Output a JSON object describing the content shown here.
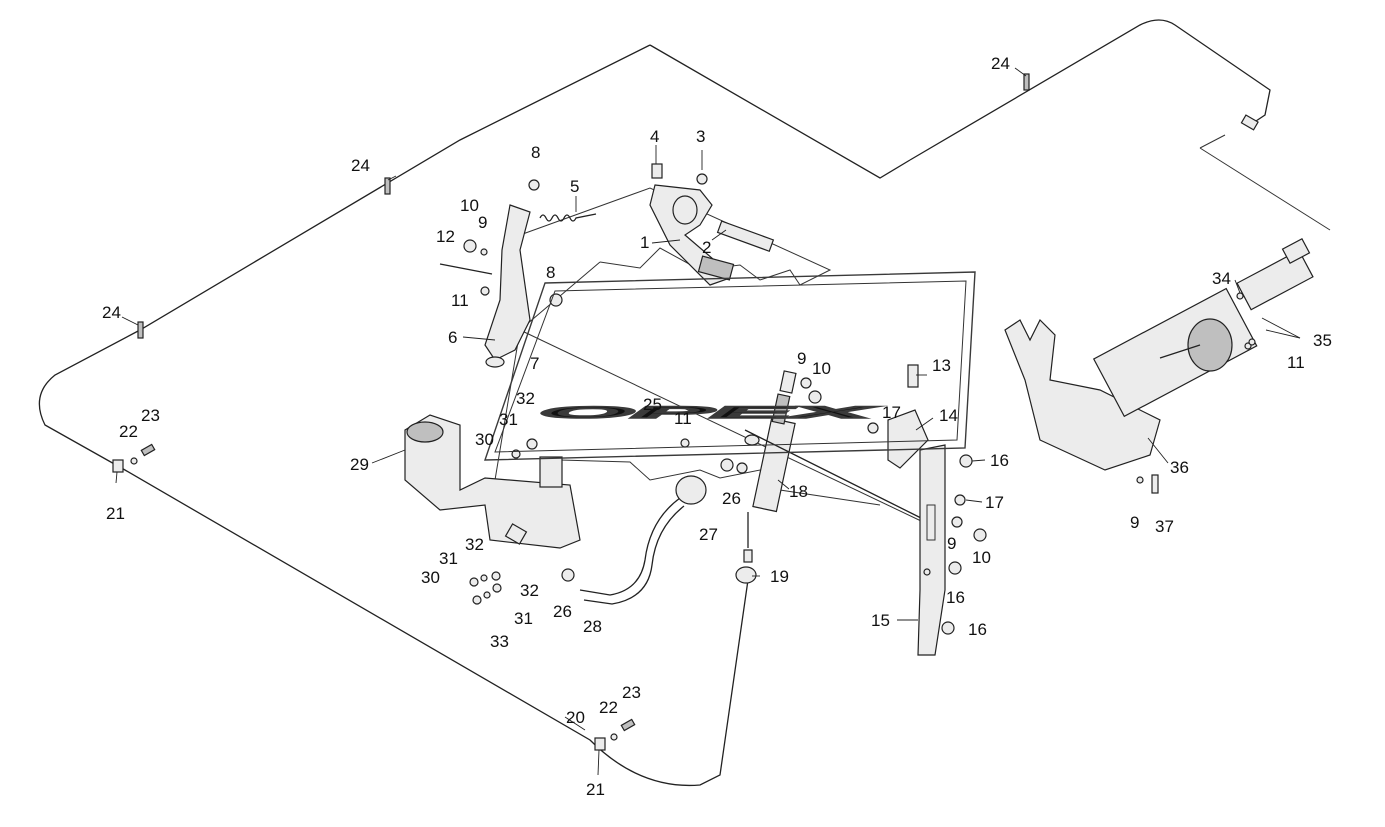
{
  "watermark": {
    "text": "OPEX"
  },
  "callouts": [
    {
      "id": "c1",
      "text": "1"
    },
    {
      "id": "c2",
      "text": "2"
    },
    {
      "id": "c3",
      "text": "3"
    },
    {
      "id": "c4",
      "text": "4"
    },
    {
      "id": "c5",
      "text": "5"
    },
    {
      "id": "c6",
      "text": "6"
    },
    {
      "id": "c7",
      "text": "7"
    },
    {
      "id": "c8a",
      "text": "8"
    },
    {
      "id": "c8b",
      "text": "8"
    },
    {
      "id": "c9a",
      "text": "9"
    },
    {
      "id": "c9b",
      "text": "9"
    },
    {
      "id": "c9c",
      "text": "9"
    },
    {
      "id": "c9d",
      "text": "9"
    },
    {
      "id": "c10a",
      "text": "10"
    },
    {
      "id": "c10b",
      "text": "10"
    },
    {
      "id": "c10c",
      "text": "10"
    },
    {
      "id": "c11a",
      "text": "11"
    },
    {
      "id": "c11b",
      "text": "11"
    },
    {
      "id": "c11c",
      "text": "11"
    },
    {
      "id": "c12",
      "text": "12"
    },
    {
      "id": "c13",
      "text": "13"
    },
    {
      "id": "c14",
      "text": "14"
    },
    {
      "id": "c15",
      "text": "15"
    },
    {
      "id": "c16a",
      "text": "16"
    },
    {
      "id": "c16b",
      "text": "16"
    },
    {
      "id": "c16c",
      "text": "16"
    },
    {
      "id": "c17a",
      "text": "17"
    },
    {
      "id": "c17b",
      "text": "17"
    },
    {
      "id": "c18",
      "text": "18"
    },
    {
      "id": "c19",
      "text": "19"
    },
    {
      "id": "c20",
      "text": "20"
    },
    {
      "id": "c21a",
      "text": "21"
    },
    {
      "id": "c21b",
      "text": "21"
    },
    {
      "id": "c22a",
      "text": "22"
    },
    {
      "id": "c22b",
      "text": "22"
    },
    {
      "id": "c23a",
      "text": "23"
    },
    {
      "id": "c23b",
      "text": "23"
    },
    {
      "id": "c24a",
      "text": "24"
    },
    {
      "id": "c24b",
      "text": "24"
    },
    {
      "id": "c24c",
      "text": "24"
    },
    {
      "id": "c25",
      "text": "25"
    },
    {
      "id": "c26a",
      "text": "26"
    },
    {
      "id": "c26b",
      "text": "26"
    },
    {
      "id": "c27",
      "text": "27"
    },
    {
      "id": "c28",
      "text": "28"
    },
    {
      "id": "c29",
      "text": "29"
    },
    {
      "id": "c30a",
      "text": "30"
    },
    {
      "id": "c30b",
      "text": "30"
    },
    {
      "id": "c31a",
      "text": "31"
    },
    {
      "id": "c31b",
      "text": "31"
    },
    {
      "id": "c31c",
      "text": "31"
    },
    {
      "id": "c32a",
      "text": "32"
    },
    {
      "id": "c32b",
      "text": "32"
    },
    {
      "id": "c32c",
      "text": "32"
    },
    {
      "id": "c33",
      "text": "33"
    },
    {
      "id": "c34",
      "text": "34"
    },
    {
      "id": "c35",
      "text": "35"
    },
    {
      "id": "c36",
      "text": "36"
    },
    {
      "id": "c37",
      "text": "37"
    }
  ]
}
